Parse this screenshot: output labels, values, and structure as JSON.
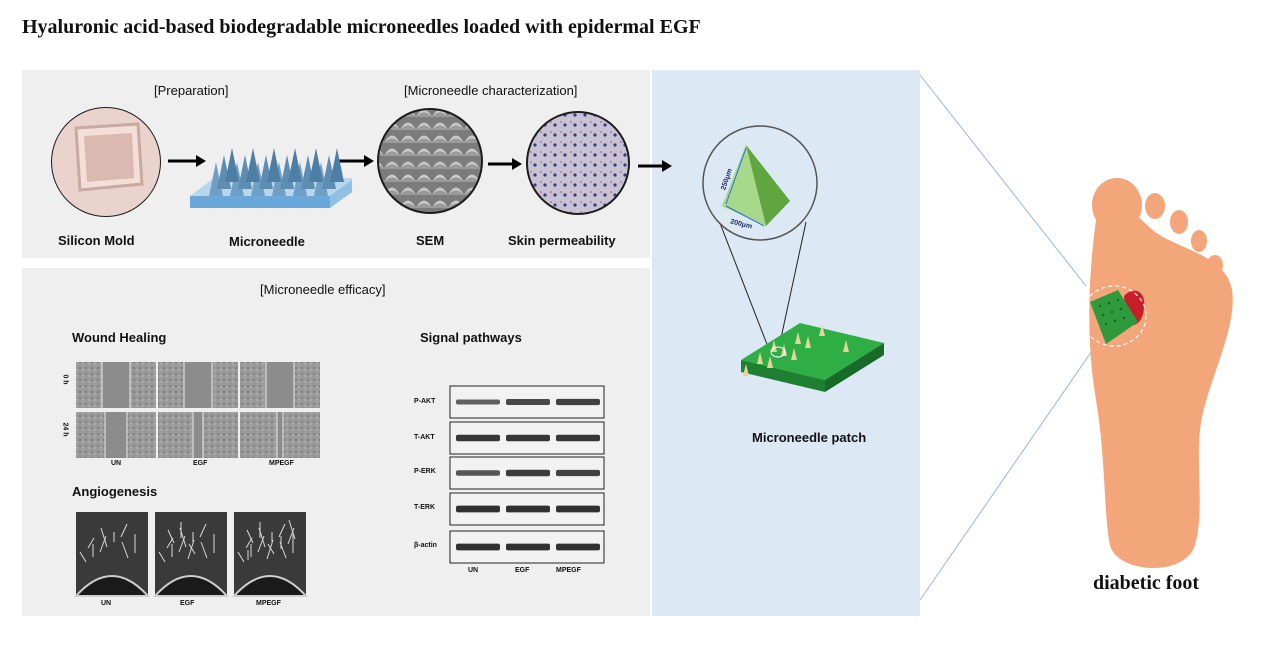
{
  "title": "Hyaluronic acid-based biodegradable microneedles loaded with epidermal EGF",
  "preparation": {
    "section_label": "[Preparation]",
    "mold_label": "Silicon Mold",
    "microneedle_label": "Microneedle"
  },
  "characterization": {
    "section_label": "[Microneedle characterization]",
    "sem_label": "SEM",
    "skin_label": "Skin permeability"
  },
  "efficacy": {
    "section_label": "[Microneedle efficacy]",
    "wound_healing": {
      "title": "Wound Healing",
      "time_labels": [
        "0 h",
        "24 h"
      ],
      "groups": [
        "UN",
        "EGF",
        "MPEGF"
      ]
    },
    "angiogenesis": {
      "title": "Angiogenesis",
      "groups": [
        "UN",
        "EGF",
        "MPEGF"
      ]
    },
    "signal_pathways": {
      "title": "Signal pathways",
      "proteins": [
        "P-AKT",
        "T-AKT",
        "P-ERK",
        "T-ERK",
        "β-actin"
      ],
      "groups": [
        "UN",
        "EGF",
        "MPEGF"
      ]
    }
  },
  "patch": {
    "height_label": "250μm",
    "width_label": "200μm",
    "label": "Microneedle patch"
  },
  "foot": {
    "label": "diabetic foot"
  },
  "colors": {
    "panel_gray": "#efefef",
    "panel_blue": "#dce8f4",
    "patch_green": "#2f9a3c",
    "needle_green": "#9fd17a",
    "foot_skin": "#f2a679",
    "wound_red": "#c81e2a"
  }
}
